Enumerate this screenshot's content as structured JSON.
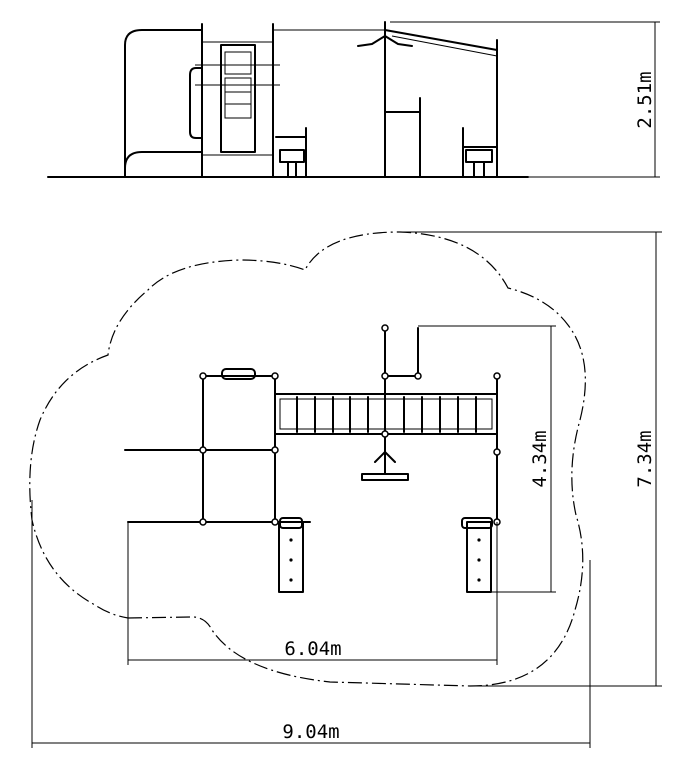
{
  "dimensions": {
    "height": "2.51m",
    "inner_width": "6.04m",
    "inner_depth": "4.34m",
    "overall_depth": "7.34m",
    "overall_width": "9.04m"
  }
}
